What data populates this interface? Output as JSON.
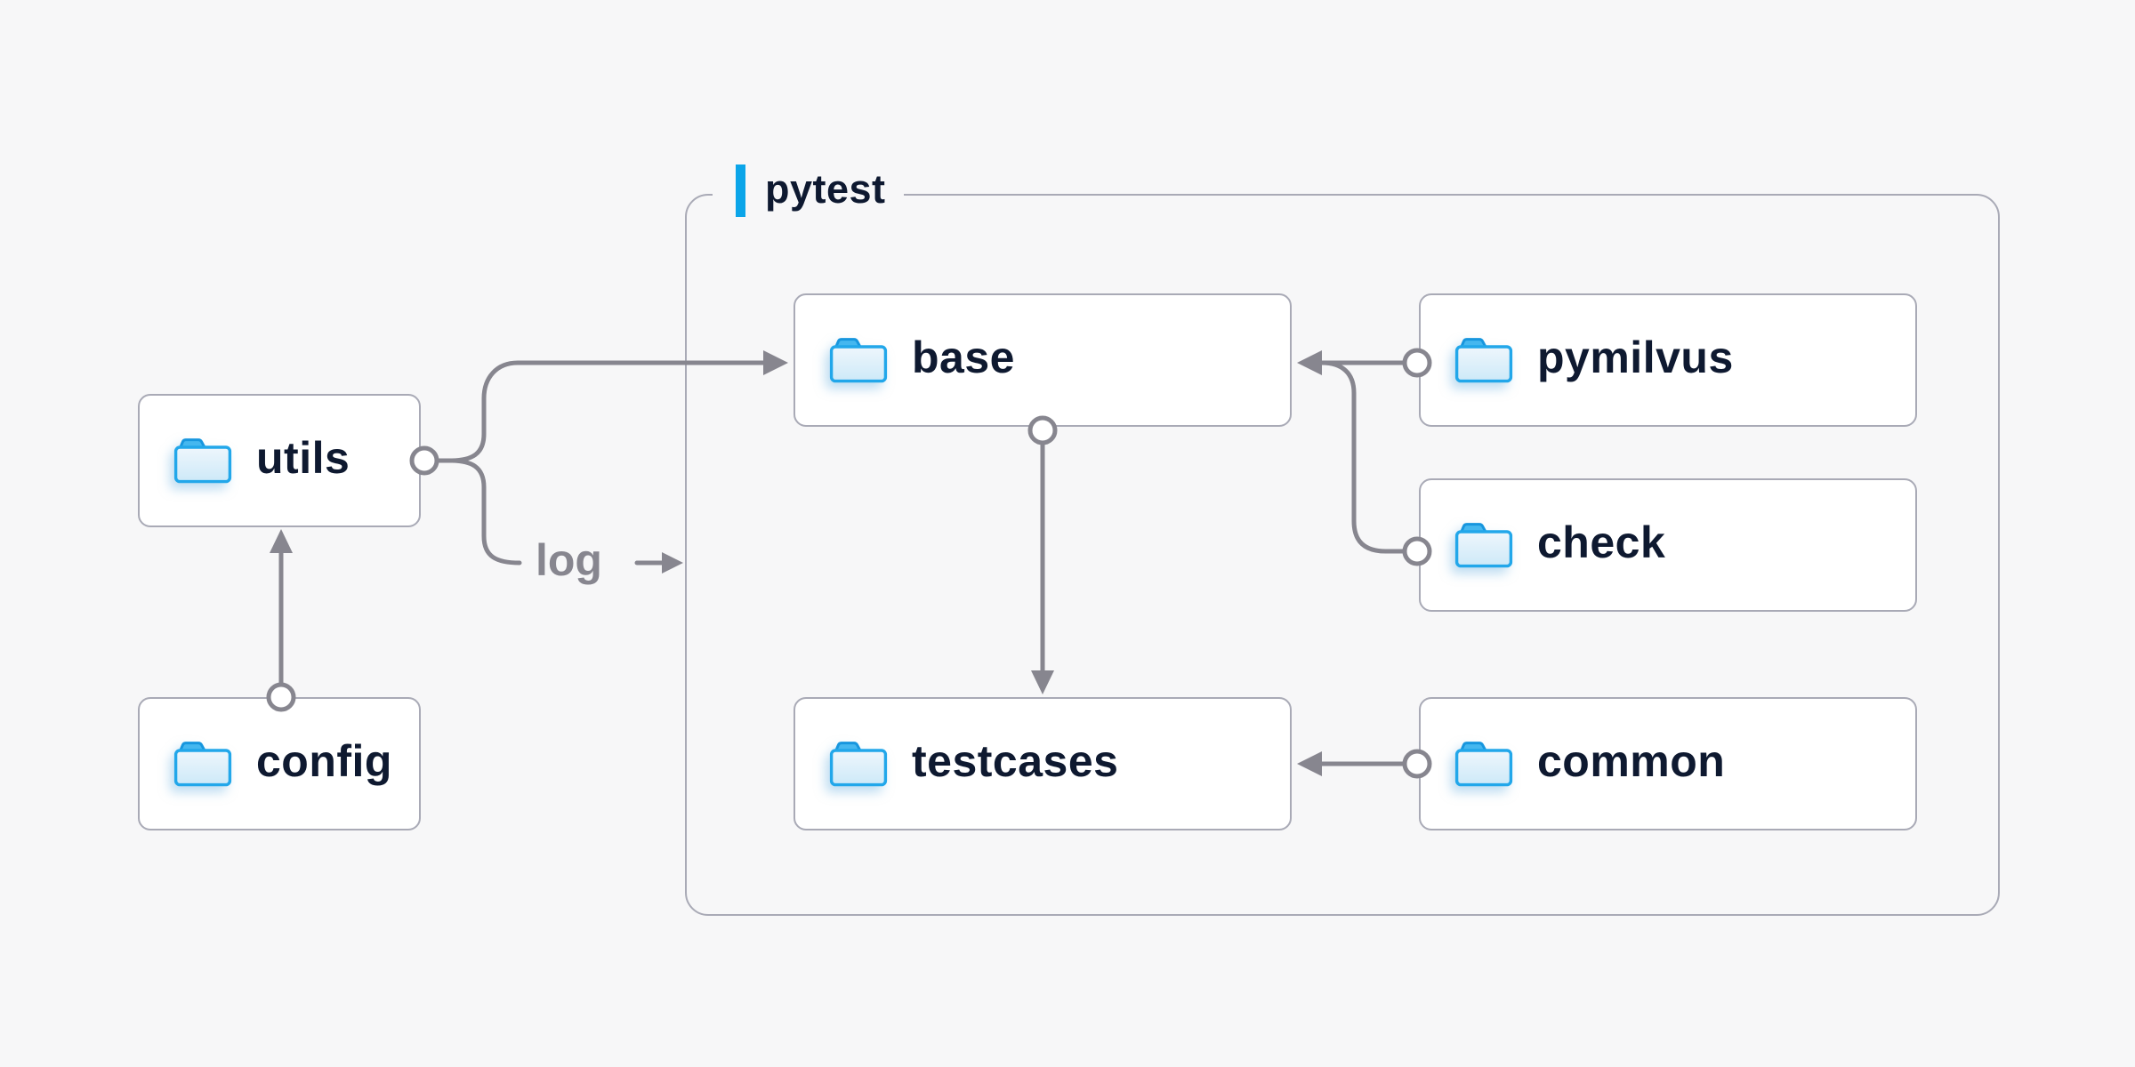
{
  "page": {
    "background": "#f7f7f8",
    "description_keywords": [
      "folder structure diagram",
      "pytest test layout"
    ]
  },
  "palette": {
    "accent_blue": "#0ba5e9",
    "text_navy": "#0e1930",
    "connector_gray": "#87868f",
    "border_gray": "#a9aab6",
    "node_bg": "#ffffff",
    "folder_stroke": "#1e9fe4",
    "folder_tab": "#45b7ef",
    "folder_fill_top": "#eef6fc",
    "folder_fill_bottom": "#cde9f8"
  },
  "container": {
    "label": "pytest"
  },
  "nodes": {
    "utils": {
      "label": "utils",
      "icon": "folder-icon",
      "inside_pytest": false
    },
    "config": {
      "label": "config",
      "icon": "folder-icon",
      "inside_pytest": false
    },
    "base": {
      "label": "base",
      "icon": "folder-icon",
      "inside_pytest": true
    },
    "pymilvus": {
      "label": "pymilvus",
      "icon": "folder-icon",
      "inside_pytest": true
    },
    "check": {
      "label": "check",
      "icon": "folder-icon",
      "inside_pytest": true
    },
    "testcases": {
      "label": "testcases",
      "icon": "folder-icon",
      "inside_pytest": true
    },
    "common": {
      "label": "common",
      "icon": "folder-icon",
      "inside_pytest": true
    }
  },
  "edges": {
    "log_label": "log",
    "connections": [
      {
        "from": "config",
        "to": "utils",
        "style": "circle-source, arrow-target"
      },
      {
        "from": "utils",
        "to": "base",
        "style": "circle-source, arrow-target"
      },
      {
        "from": "utils",
        "to": "log",
        "style": "branch to log label with small arrow"
      },
      {
        "from": "pymilvus",
        "to": "base",
        "style": "circle-source, arrow-target"
      },
      {
        "from": "check",
        "to": "base",
        "style": "circle-source, joins pymilvus line"
      },
      {
        "from": "base",
        "to": "testcases",
        "style": "circle-source, arrow-target"
      },
      {
        "from": "common",
        "to": "testcases",
        "style": "circle-source, arrow-target"
      }
    ]
  }
}
